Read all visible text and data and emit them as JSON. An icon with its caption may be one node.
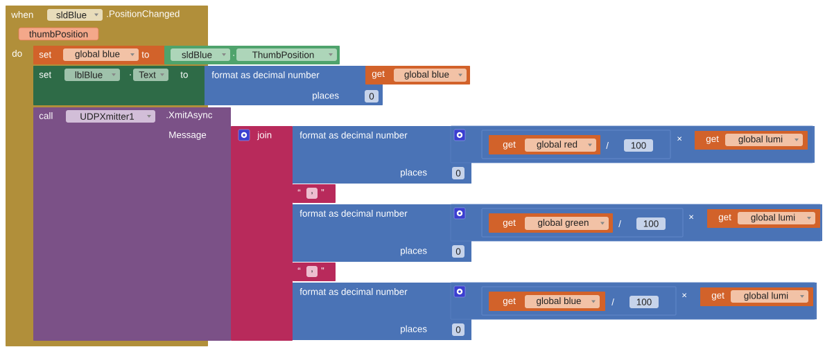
{
  "diagram": {
    "nodes": [
      {
        "text": [
          "when",
          ".PositionChanged",
          "do"
        ]
      },
      {
        "text": [
          "sldBlue"
        ],
        "in": 0
      },
      {
        "text": [
          "thumbPosition"
        ],
        "in": 0
      },
      {
        "text": [
          "set",
          "to"
        ],
        "in": 0
      },
      {
        "text": [
          "global blue"
        ],
        "in": 3
      },
      {
        "text": [
          "."
        ]
      },
      {
        "text": [
          "sldBlue"
        ],
        "in": 5
      },
      {
        "text": [
          "ThumbPosition"
        ],
        "in": 5
      },
      {
        "text": [
          "set",
          ".",
          "to"
        ],
        "in": 0
      },
      {
        "text": [
          "lblBlue"
        ],
        "in": 8
      },
      {
        "text": [
          "Text"
        ],
        "in": 8
      },
      {
        "text": [
          "format as decimal number",
          "places"
        ]
      },
      {
        "text": [
          "get"
        ]
      },
      {
        "text": [
          "global blue"
        ],
        "in": 12
      },
      {
        "text": [
          "0"
        ],
        "in": 11
      },
      {
        "text": [
          "call",
          ".XmitAsync",
          "Message"
        ]
      },
      {
        "text": [
          "UDPXmitter1"
        ],
        "in": 15
      },
      {
        "text": [
          "join"
        ]
      },
      {
        "text": [
          "format as decimal number",
          "places"
        ]
      },
      {
        "text": [
          "×"
        ],
        "in": 18
      },
      {
        "text": [
          "/"
        ],
        "in": 19
      },
      {
        "text": [
          "get"
        ],
        "in": 20
      },
      {
        "text": [
          "global red"
        ],
        "in": 21
      },
      {
        "text": [
          "100"
        ],
        "in": 20
      },
      {
        "text": [
          "get"
        ],
        "in": 19
      },
      {
        "text": [
          "global lumi"
        ],
        "in": 24
      },
      {
        "text": [
          "0"
        ],
        "in": 18
      },
      {
        "text": [
          "“",
          "”"
        ]
      },
      {
        "text": [
          ","
        ],
        "in": 27
      },
      {
        "text": [
          "format as decimal number",
          "places"
        ]
      },
      {
        "text": [
          "×"
        ],
        "in": 29
      },
      {
        "text": [
          "/"
        ],
        "in": 30
      },
      {
        "text": [
          "get"
        ],
        "in": 31
      },
      {
        "text": [
          "global green"
        ],
        "in": 32
      },
      {
        "text": [
          "100"
        ],
        "in": 31
      },
      {
        "text": [
          "get"
        ],
        "in": 30
      },
      {
        "text": [
          "global lumi"
        ],
        "in": 35
      },
      {
        "text": [
          "0"
        ],
        "in": 29
      },
      {
        "text": [
          "“",
          "”"
        ]
      },
      {
        "text": [
          ","
        ],
        "in": 38
      },
      {
        "text": [
          "format as decimal number",
          "places"
        ]
      },
      {
        "text": [
          "×"
        ],
        "in": 40
      },
      {
        "text": [
          "/"
        ],
        "in": 41
      },
      {
        "text": [
          "get"
        ],
        "in": 42
      },
      {
        "text": [
          "global blue"
        ],
        "in": 43
      },
      {
        "text": [
          "100"
        ],
        "in": 42
      },
      {
        "text": [
          "get"
        ],
        "in": 41
      },
      {
        "text": [
          "global lumi"
        ],
        "in": 46
      },
      {
        "text": [
          "0"
        ],
        "in": 40
      }
    ]
  }
}
